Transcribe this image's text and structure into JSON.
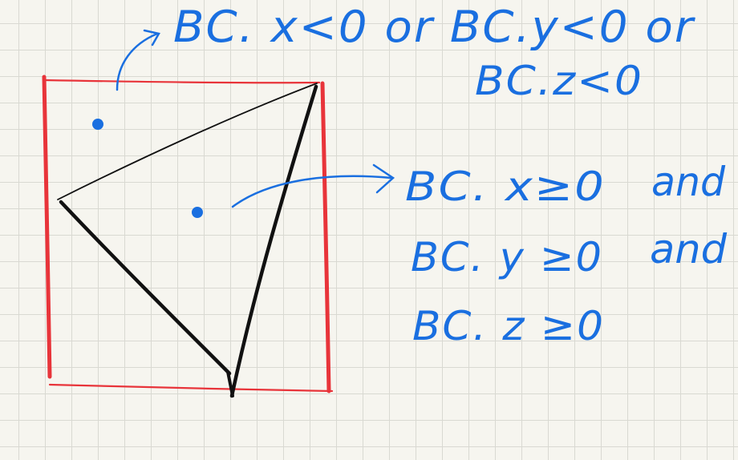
{
  "annotations": {
    "outside_condition_line1": "BC. x<0  or BC.y<0 or",
    "outside_condition_line2": "BC.z<0",
    "inside_line1": "BC. x≥0",
    "inside_line2": "BC. y ≥0",
    "inside_line3": "BC. z ≥0",
    "and1": "and",
    "and2": "and"
  },
  "colors": {
    "bounding_box": "#e8343a",
    "triangle": "#111111",
    "ink": "#1a6fe0",
    "grid": "#d9d9d2",
    "paper": "#f6f5ef"
  }
}
